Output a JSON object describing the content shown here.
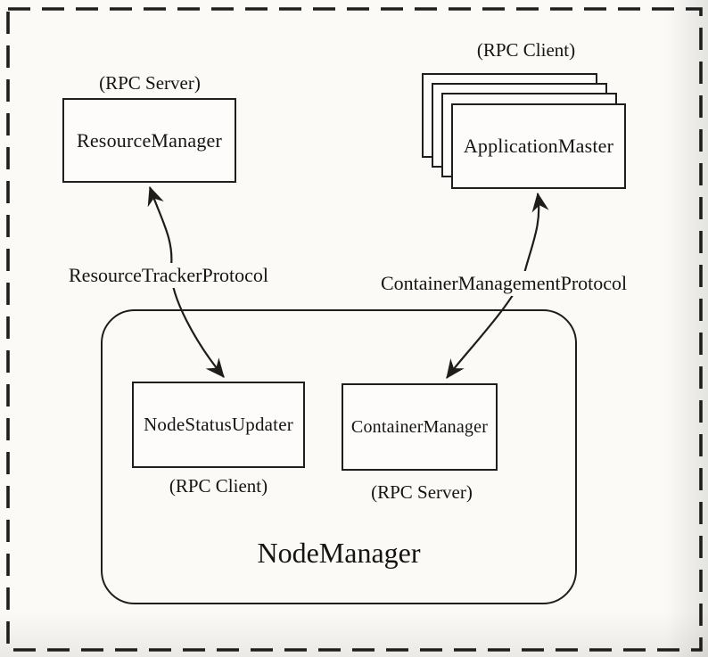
{
  "nodes": {
    "resource_manager": {
      "label": "ResourceManager",
      "role": "(RPC Server)"
    },
    "application_master": {
      "label": "ApplicationMaster",
      "role": "(RPC Client)",
      "stack_count": 4
    },
    "node_status_updater": {
      "label": "NodeStatusUpdater",
      "role": "(RPC Client)"
    },
    "container_manager": {
      "label": "ContainerManager",
      "role": "(RPC Server)"
    },
    "node_manager": {
      "label": "NodeManager"
    }
  },
  "edges": {
    "resource_tracker": {
      "label": "ResourceTrackerProtocol",
      "from": "NodeStatusUpdater",
      "to": "ResourceManager",
      "arrowheads": "both"
    },
    "container_management": {
      "label": "ContainerManagementProtocol",
      "from": "ContainerManager",
      "to": "ApplicationMaster",
      "arrowheads": "both"
    }
  },
  "colors": {
    "ink": "#1d1d1b",
    "background": "#fbfaf7"
  }
}
